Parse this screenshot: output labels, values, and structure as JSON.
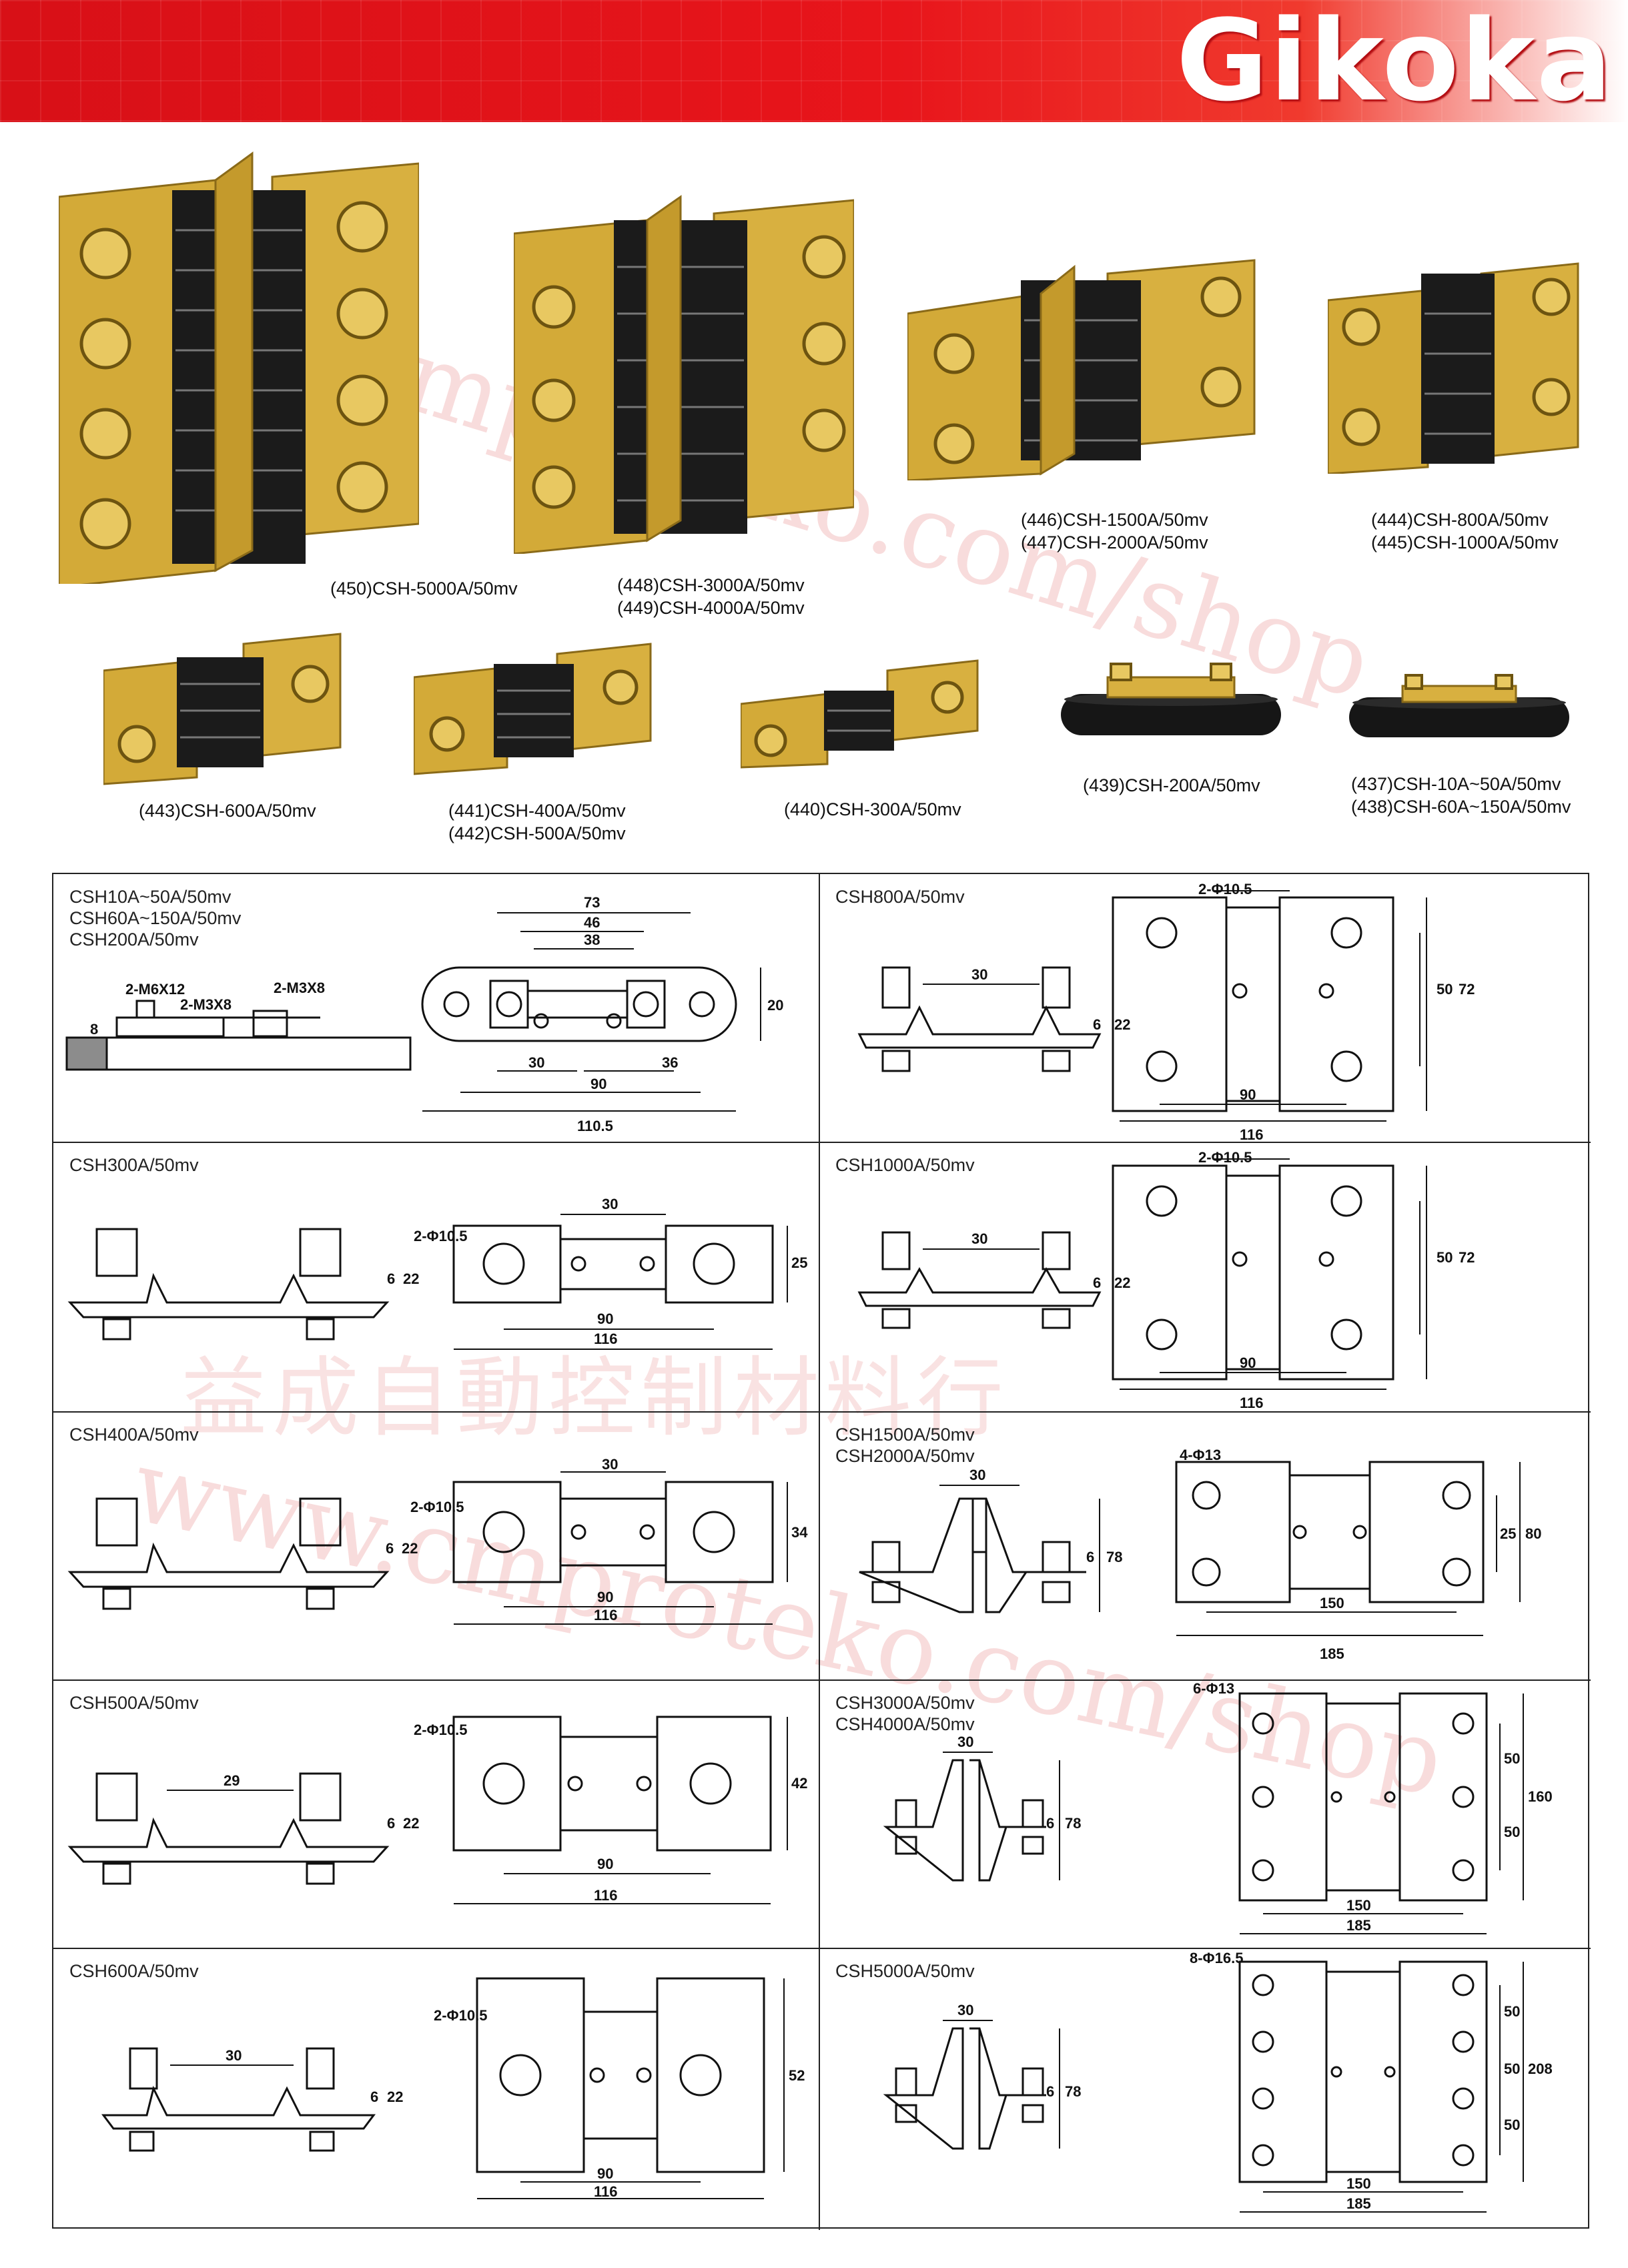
{
  "header": {
    "brand": "Gikoka",
    "colors": {
      "banner": "#e8151b",
      "brass": "#c9a033",
      "insulator": "#1b1b1b"
    }
  },
  "watermark": {
    "line1": "益成自動控制材料行",
    "line2": "www.cmproteko.com/shop"
  },
  "products": [
    {
      "lines": [
        "(450)CSH-5000A/50mv"
      ]
    },
    {
      "lines": [
        "(448)CSH-3000A/50mv",
        "(449)CSH-4000A/50mv"
      ]
    },
    {
      "lines": [
        "(446)CSH-1500A/50mv",
        "(447)CSH-2000A/50mv"
      ]
    },
    {
      "lines": [
        "(444)CSH-800A/50mv",
        "(445)CSH-1000A/50mv"
      ]
    },
    {
      "lines": [
        "(443)CSH-600A/50mv"
      ]
    },
    {
      "lines": [
        "(441)CSH-400A/50mv",
        "(442)CSH-500A/50mv"
      ]
    },
    {
      "lines": [
        "(440)CSH-300A/50mv"
      ]
    },
    {
      "lines": [
        "(439)CSH-200A/50mv"
      ]
    },
    {
      "lines": [
        "(437)CSH-10A~50A/50mv",
        "(438)CSH-60A~150A/50mv"
      ]
    }
  ],
  "drawings": {
    "small": {
      "labels": [
        "CSH10A~50A/50mv",
        "CSH60A~150A/50mv",
        "CSH200A/50mv"
      ],
      "screws": [
        "2-M6X12",
        "2-M3X8",
        "2-M3X8"
      ],
      "side_height": "8",
      "dims": [
        "73",
        "46",
        "38",
        "20",
        "30",
        "36",
        "90",
        "110.5"
      ]
    },
    "csh800": {
      "labels": [
        "CSH800A/50mv"
      ],
      "hole": "2-Φ10.5",
      "dims": [
        "30",
        "6",
        "22",
        "50",
        "72",
        "90",
        "116"
      ]
    },
    "csh300": {
      "labels": [
        "CSH300A/50mv"
      ],
      "hole": "2-Φ10.5",
      "dims": [
        "6",
        "22",
        "30",
        "25",
        "90",
        "116"
      ]
    },
    "csh1000": {
      "labels": [
        "CSH1000A/50mv"
      ],
      "hole": "2-Φ10.5",
      "dims": [
        "30",
        "6",
        "22",
        "50",
        "72",
        "90",
        "116"
      ]
    },
    "csh400": {
      "labels": [
        "CSH400A/50mv"
      ],
      "hole": "2-Φ10.5",
      "dims": [
        "6",
        "22",
        "30",
        "34",
        "90",
        "116"
      ]
    },
    "csh1500": {
      "labels": [
        "CSH1500A/50mv",
        "CSH2000A/50mv"
      ],
      "hole": "4-Φ13",
      "dims": [
        "30",
        "6",
        "78",
        "25",
        "80",
        "150",
        "185"
      ]
    },
    "csh500": {
      "labels": [
        "CSH500A/50mv"
      ],
      "hole": "2-Φ10.5",
      "dims": [
        "29",
        "6",
        "22",
        "42",
        "90",
        "116"
      ]
    },
    "csh3000": {
      "labels": [
        "CSH3000A/50mv",
        "CSH4000A/50mv"
      ],
      "hole": "6-Φ13",
      "dims": [
        "30",
        "6",
        "78",
        "50",
        "50",
        "160",
        "150",
        "185"
      ]
    },
    "csh600": {
      "labels": [
        "CSH600A/50mv"
      ],
      "hole": "2-Φ10.5",
      "dims": [
        "30",
        "6",
        "22",
        "52",
        "90",
        "116"
      ]
    },
    "csh5000": {
      "labels": [
        "CSH5000A/50mv"
      ],
      "hole": "8-Φ16.5",
      "dims": [
        "30",
        "6",
        "78",
        "50",
        "50",
        "50",
        "208",
        "150",
        "185"
      ]
    }
  }
}
